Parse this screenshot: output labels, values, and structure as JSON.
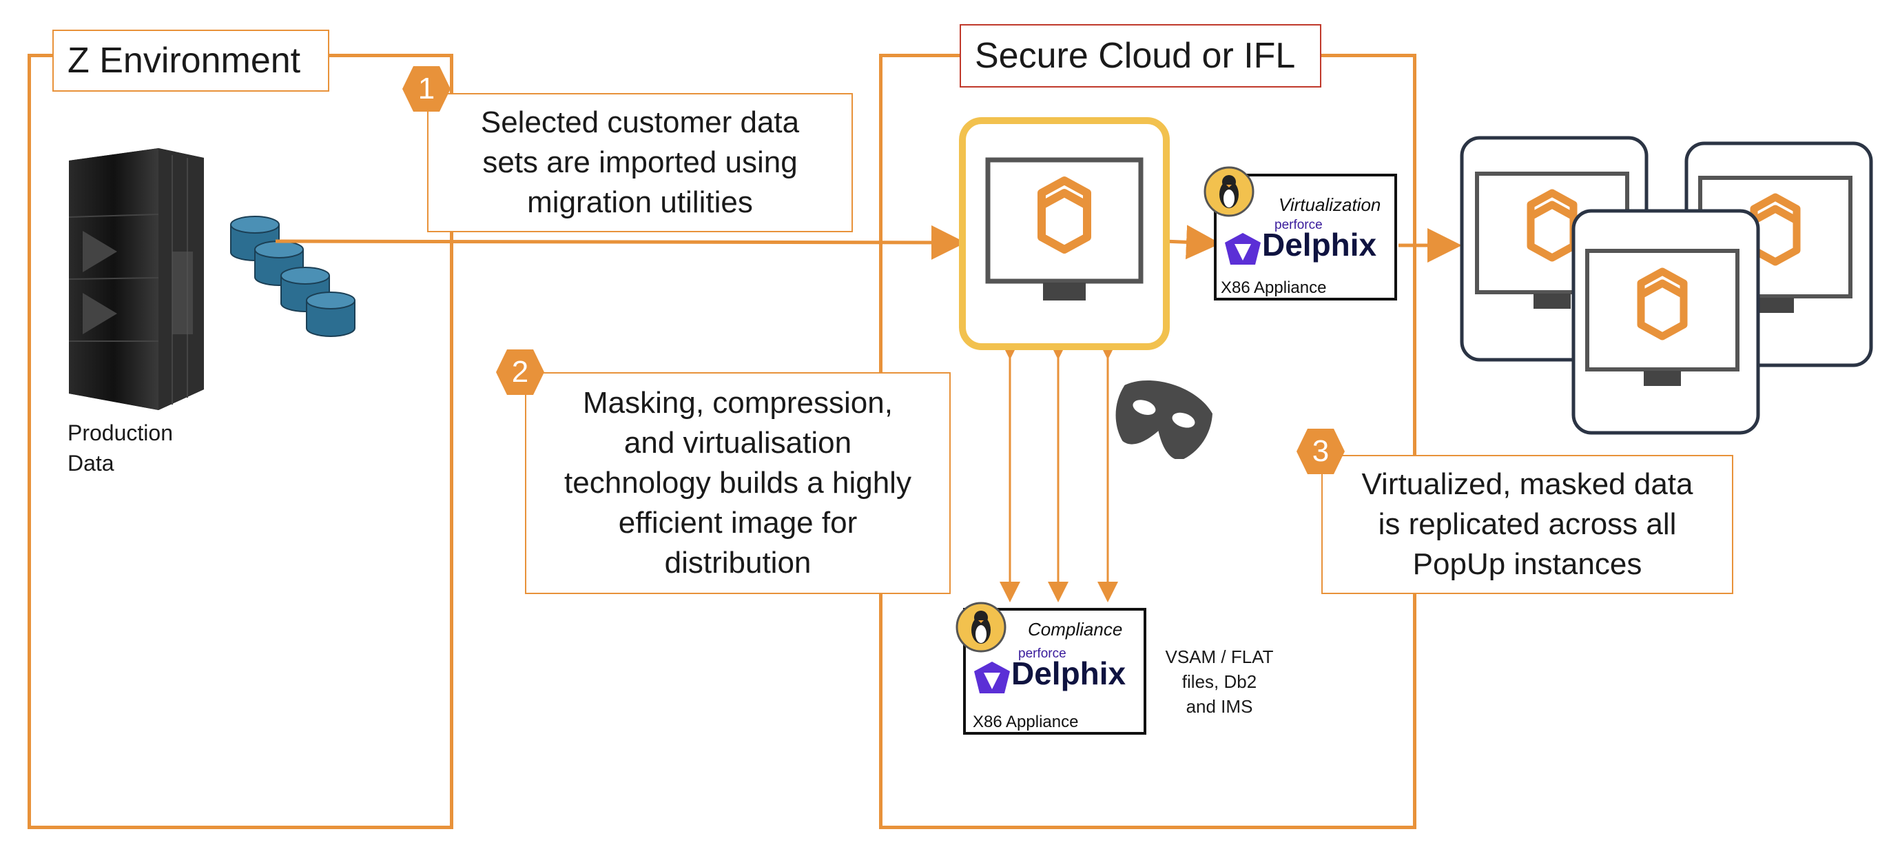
{
  "z_environment": {
    "title": "Z Environment",
    "server_label": "Production Data",
    "server_label_line1": "Production",
    "server_label_line2": "Data"
  },
  "secure_cloud": {
    "title": "Secure Cloud or IFL"
  },
  "steps": [
    {
      "number": "1",
      "text": "Selected customer data sets are imported using migration utilities",
      "line1": "Selected customer data",
      "line2": "sets are imported using",
      "line3": "migration utilities"
    },
    {
      "number": "2",
      "text": "Masking, compression, and virtualisation technology builds a highly efficient image for distribution",
      "line1": "Masking, compression,",
      "line2": "and virtualisation",
      "line3": "technology builds a highly",
      "line4": "efficient image for",
      "line5": "distribution"
    },
    {
      "number": "3",
      "text": "Virtualized, masked data is replicated across all PopUp instances",
      "line1": "Virtualized, masked data",
      "line2": "is replicated across all",
      "line3": "PopUp instances"
    }
  ],
  "appliances": {
    "virtualization": {
      "role": "Virtualization",
      "vendor": "perforce",
      "brand": "Delphix",
      "platform": "X86 Appliance"
    },
    "compliance": {
      "role": "Compliance",
      "vendor": "perforce",
      "brand": "Delphix",
      "platform": "X86 Appliance"
    }
  },
  "data_types_note": {
    "line1": "VSAM / FLAT",
    "line2": "files, Db2",
    "line3": "and IMS"
  },
  "colors": {
    "accent": "#e8923a",
    "highlight": "#f2c14e",
    "monitor": "#555555",
    "db": "#2c6e91",
    "brand": "#5b2fd6",
    "instance_border": "#2b3444"
  },
  "icons": [
    "mainframe-server",
    "database-cylinder",
    "monitor-icon",
    "hexagon-logo-icon",
    "linux-penguin-icon",
    "delphix-logo-icon",
    "mask-icon"
  ]
}
